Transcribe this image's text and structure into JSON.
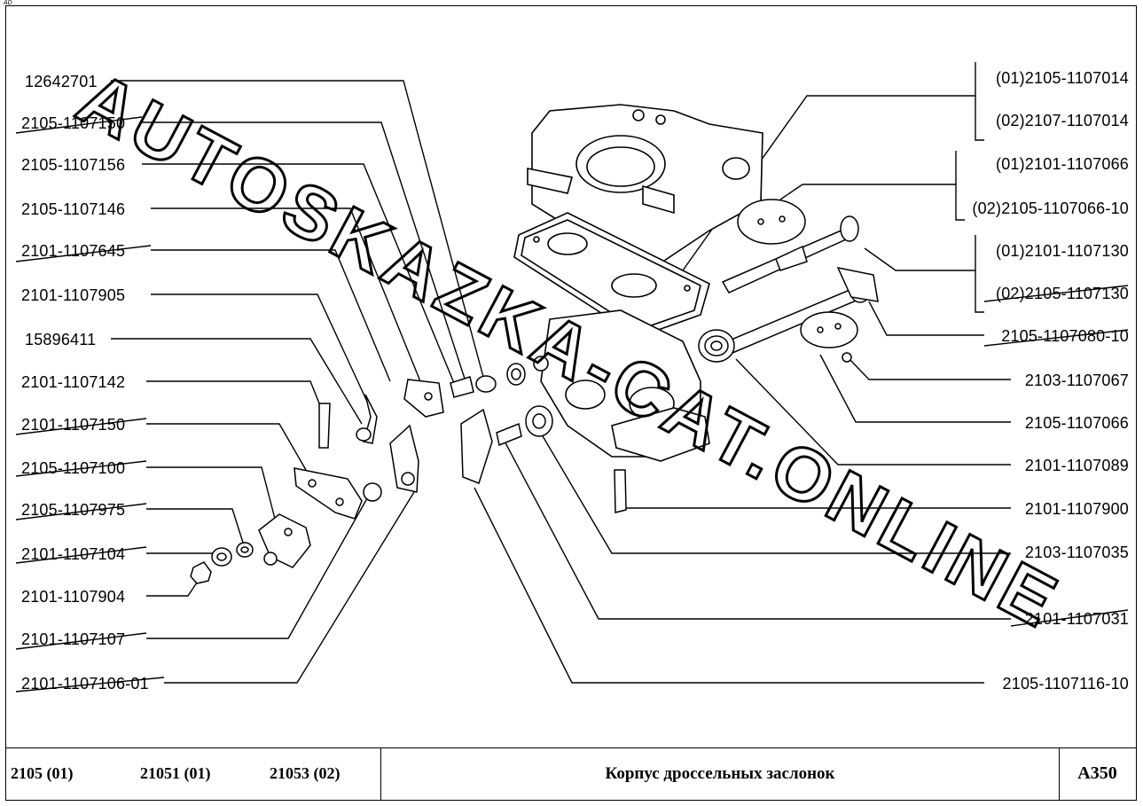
{
  "corner_tag": "AD",
  "callouts_left": [
    "12642701",
    "2105-1107150",
    "2105-1107156",
    "2105-1107146",
    "2101-1107645",
    "2101-1107905",
    "15896411",
    "2101-1107142",
    "2101-1107150",
    "2105-1107100",
    "2105-1107975",
    "2101-1107104",
    "2101-1107904",
    "2101-1107107",
    "2101-1107106-01"
  ],
  "callouts_right": [
    "(01)2105-1107014",
    "(02)2107-1107014",
    "(01)2101-1107066",
    "(02)2105-1107066-10",
    "(01)2101-1107130",
    "(02)2105-1107130",
    "2105-1107080-10",
    "2103-1107067",
    "2105-1107066",
    "2101-1107089",
    "2101-1107900",
    "2103-1107035",
    "2101-1107031",
    "2105-1107116-10"
  ],
  "watermark": "AUTOSKAZKA-CAT.ONLINE",
  "footer": {
    "models": [
      "2105 (01)",
      "21051 (01)",
      "21053 (02)"
    ],
    "title": "Корпус дроссельных заслонок",
    "code": "А350"
  }
}
